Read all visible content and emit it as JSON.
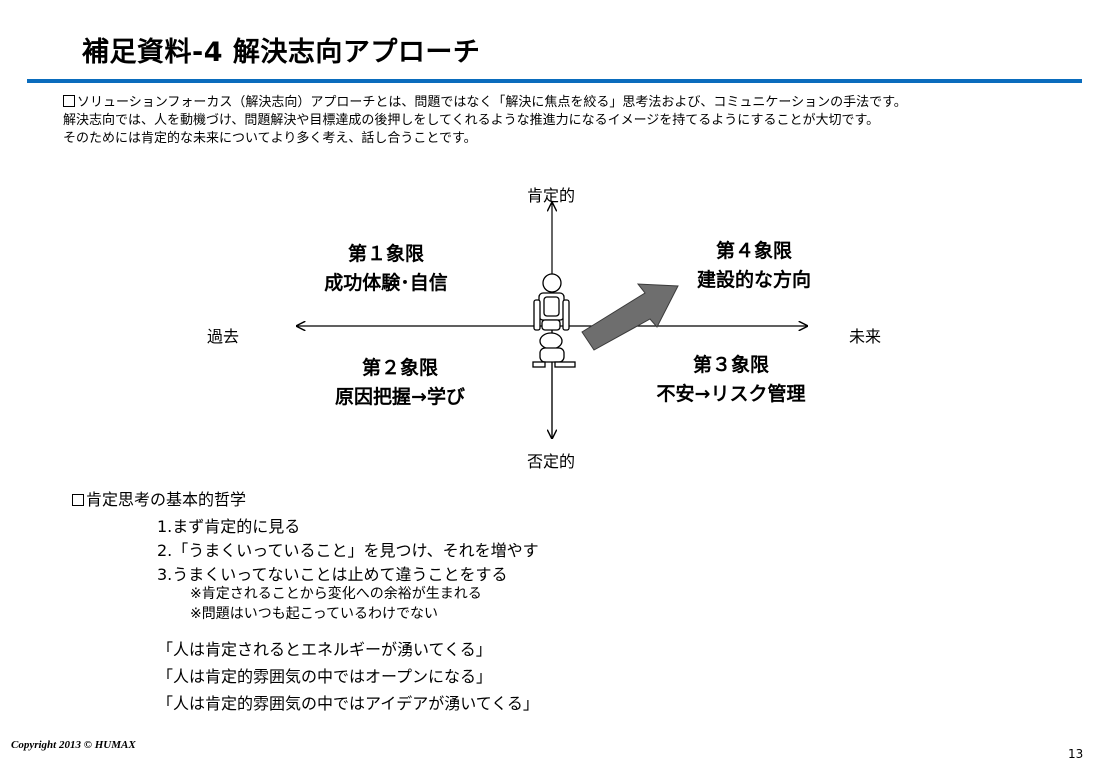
{
  "title": "補足資料-4 解決志向アプローチ",
  "colors": {
    "accent_rule": "#0a6cbd",
    "arrow_fill": "#6e6e6e"
  },
  "intro": {
    "line1": "ソリューションフォーカス（解決志向）アプローチとは、問題ではなく「解決に焦点を絞る」思考法および、コミュニケーションの手法です。",
    "line2": "解決志向では、人を動機づけ、問題解決や目標達成の後押しをしてくれるような推進力になるイメージを持てるようにすることが大切です。",
    "line3": "そのためには肯定的な未来についてより多く考え、話し合うことです。"
  },
  "diagram": {
    "axis_top": "肯定的",
    "axis_bottom": "否定的",
    "axis_left": "過去",
    "axis_right": "未来",
    "q1_line1": "第１象限",
    "q1_line2": "成功体験･自信",
    "q2_line1": "第２象限",
    "q2_line2": "原因把握→学び",
    "q3_line1": "第３象限",
    "q3_line2": "不安→リスク管理",
    "q4_line1": "第４象限",
    "q4_line2": "建設的な方向",
    "figure_icon": "person-figure-icon",
    "arrow_icon": "forward-arrow-icon"
  },
  "philosophy": {
    "heading": "肯定思考の基本的哲学",
    "items": [
      "1.まず肯定的に見る",
      "2.「うまくいっていること」を見つけ、それを増やす",
      "3.うまくいってないことは止めて違うことをする"
    ],
    "notes": [
      "※肯定されることから変化への余裕が生まれる",
      "※問題はいつも起こっているわけでない"
    ],
    "quotes": [
      "「人は肯定されるとエネルギーが湧いてくる」",
      "「人は肯定的雰囲気の中ではオープンになる」",
      "「人は肯定的雰囲気の中ではアイデアが湧いてくる」"
    ]
  },
  "footer": {
    "copyright": "Copyright 2013 © HUMAX",
    "page_number": "13"
  }
}
